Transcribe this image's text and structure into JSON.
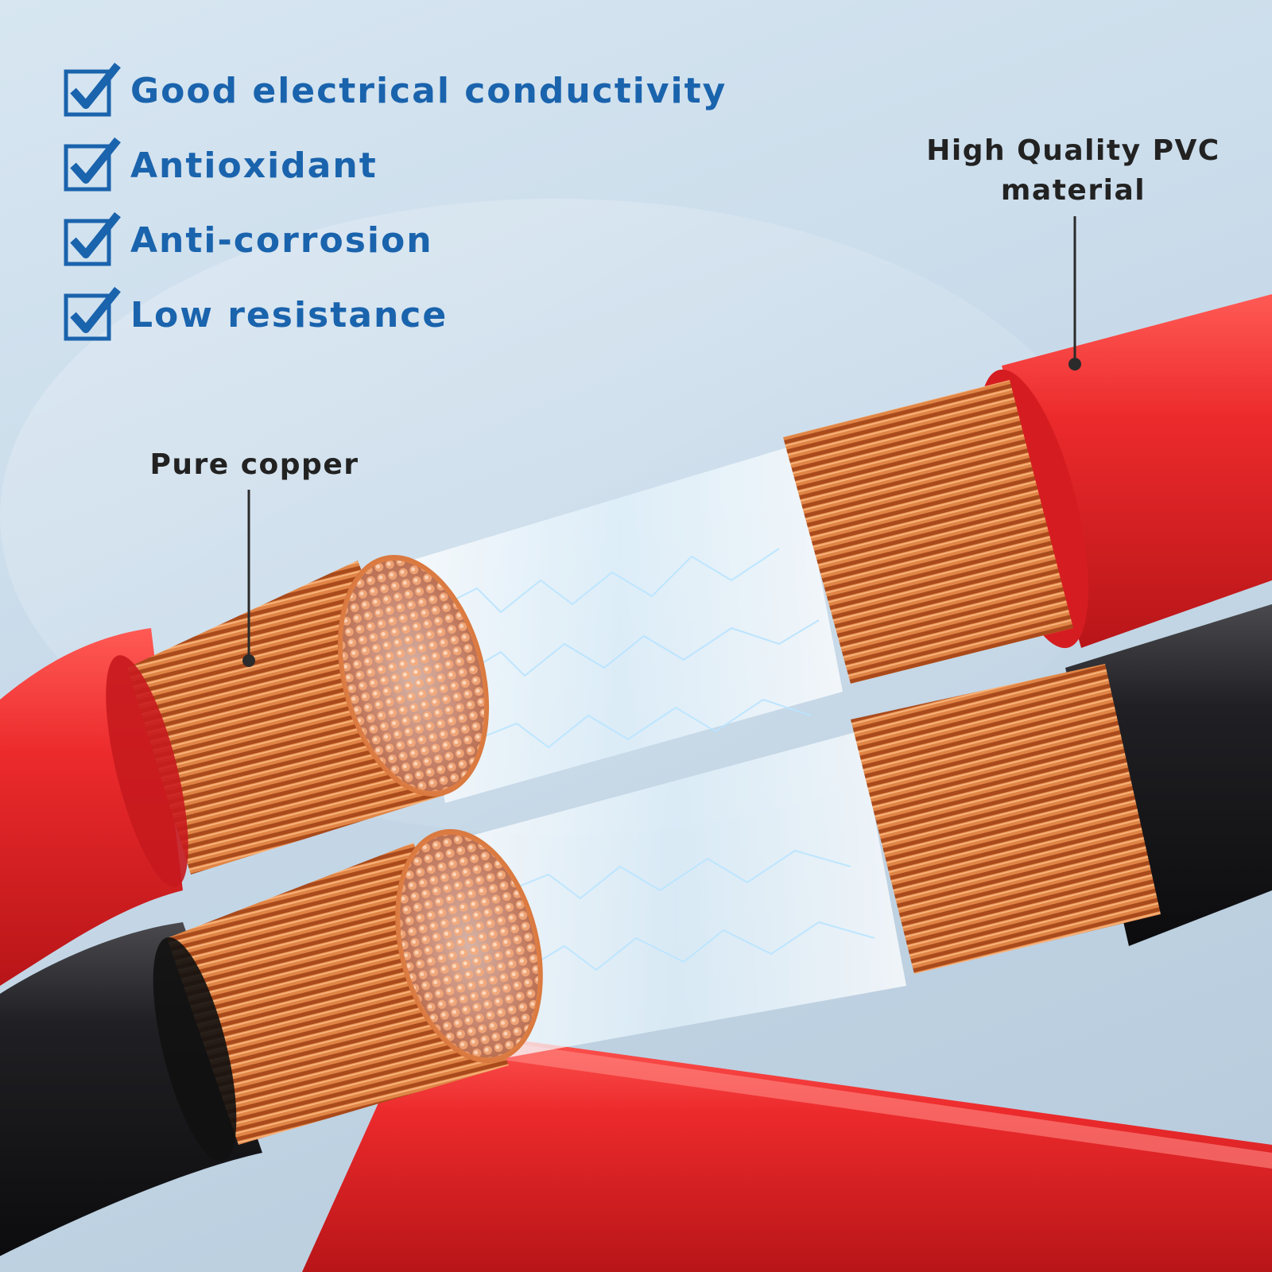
{
  "features": [
    {
      "label": "Good electrical conductivity",
      "icon": "checkbox-checked-icon"
    },
    {
      "label": "Antioxidant",
      "icon": "checkbox-checked-icon"
    },
    {
      "label": "Anti-corrosion",
      "icon": "checkbox-checked-icon"
    },
    {
      "label": "Low resistance",
      "icon": "checkbox-checked-icon"
    }
  ],
  "callouts": {
    "pvc_line1": "High Quality PVC",
    "pvc_line2": "material",
    "copper": "Pure copper"
  },
  "colors": {
    "feature_text": "#1a63ad",
    "red_insulation": "#e8262b",
    "black_insulation": "#1b1b1d",
    "copper": "#c8692c",
    "energy": "#eaf7ff"
  }
}
